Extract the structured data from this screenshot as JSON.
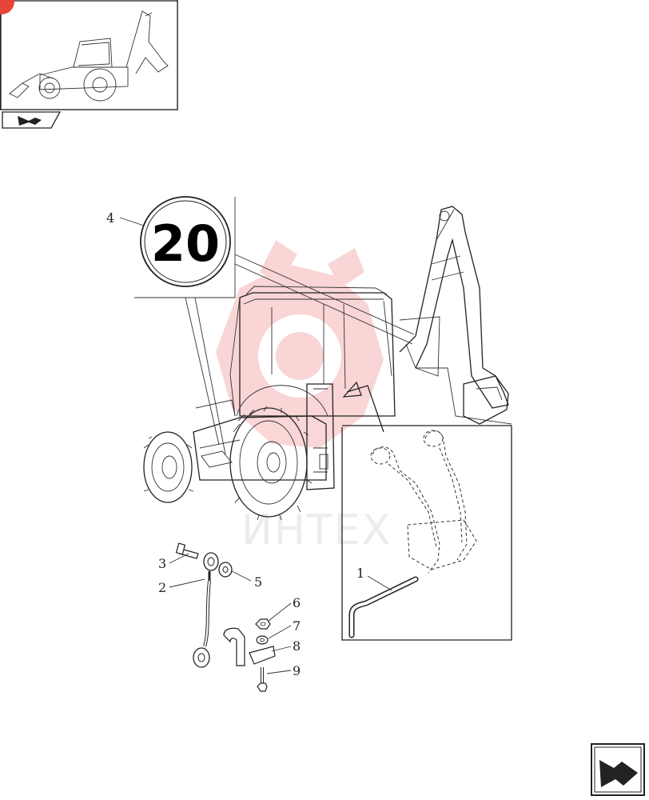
{
  "badge": {
    "number": "20"
  },
  "callouts": [
    {
      "id": "1",
      "label": "1"
    },
    {
      "id": "2",
      "label": "2"
    },
    {
      "id": "3",
      "label": "3"
    },
    {
      "id": "4",
      "label": "4"
    },
    {
      "id": "5",
      "label": "5"
    },
    {
      "id": "6",
      "label": "6"
    },
    {
      "id": "7",
      "label": "7"
    },
    {
      "id": "8",
      "label": "8"
    },
    {
      "id": "9",
      "label": "9"
    }
  ],
  "watermark": {
    "text": "ИНТЕХ",
    "color": "#f08a8a"
  },
  "icons": {
    "thumbnail": "backhoe-loader-thumbnail",
    "nav_small": "arrow-icon",
    "nav_large": "next-page-arrow-icon"
  },
  "colors": {
    "accent": "#e8443a",
    "line": "#222222"
  }
}
